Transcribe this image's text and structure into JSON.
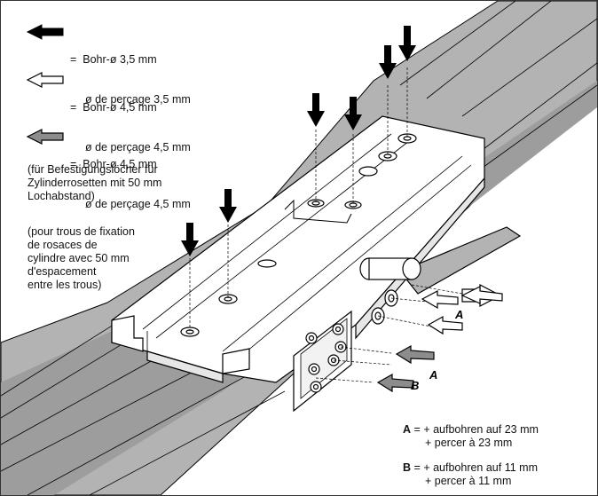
{
  "legend": [
    {
      "arrow": "black",
      "color": "#000000",
      "prefix": "=",
      "line1": "Bohr-ø 3,5 mm",
      "line2": "ø de perçage 3,5 mm"
    },
    {
      "arrow": "white",
      "color": "#ffffff",
      "prefix": "=",
      "line1": "Bohr-ø 4,5 mm",
      "line2": "ø de perçage 4,5 mm"
    },
    {
      "arrow": "grey",
      "color": "#8c8c8c",
      "prefix": "=",
      "line1": "Bohr-ø 4,5 mm",
      "line2": "ø de perçage 4,5 mm"
    }
  ],
  "note_de": [
    "(für Befestigungslöcher für",
    "Zylinderrosetten mit 50 mm",
    "Lochabstand)"
  ],
  "note_fr": [
    "(pour trous de fixation",
    "de rosaces de",
    "cylindre avec 50 mm",
    "d'espacement",
    "entre les trous)"
  ],
  "callouts": {
    "a": "A",
    "b": "B"
  },
  "key": [
    {
      "letter": "A",
      "eq": "=",
      "de": "+ aufbohren auf 23 mm",
      "fr": "+ percer à 23 mm"
    },
    {
      "letter": "B",
      "eq": "=",
      "de": "+ aufbohren auf 11 mm",
      "fr": "+ percer à 11 mm"
    }
  ],
  "colors": {
    "profile": "#b3b3b3",
    "profile_dark": "#8f8f8f",
    "line": "#000000",
    "grey_arrow": "#8c8c8c"
  }
}
